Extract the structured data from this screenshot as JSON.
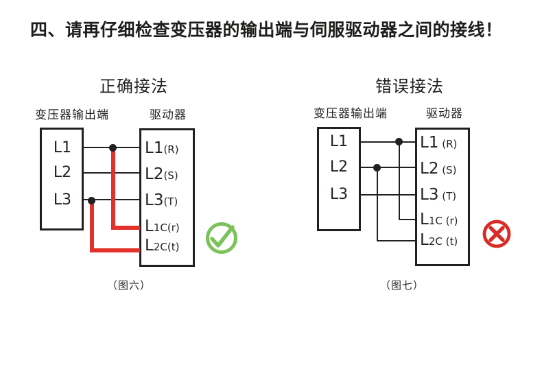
{
  "page": {
    "title": "四、请再仔细检查变压器的输出端与伺服驱动器之间的接线！"
  },
  "colors": {
    "line": "#231f20",
    "title_color": "#1d1d1b",
    "wire_red": "#e2302a",
    "check_green": "#7cc25b",
    "cross_red": "#d92b26"
  },
  "correct": {
    "heading": "正确接法",
    "transformer_label": "变压器输出端",
    "driver_label": "驱动器",
    "transformer_terminals": [
      "L1",
      "L2",
      "L3"
    ],
    "driver_terminals": [
      {
        "big": "L1",
        "small": "(R)"
      },
      {
        "big": "L2",
        "small": "(S)"
      },
      {
        "big": "L3",
        "small": "(T)"
      },
      {
        "big": "L",
        "small": "1C(r)"
      },
      {
        "big": "L",
        "small": "2C(t)"
      }
    ],
    "result_icon": "check-mark",
    "caption": "（图六）"
  },
  "wrong": {
    "heading": "错误接法",
    "transformer_label": "变压器输出端",
    "driver_label": "驱动器",
    "transformer_terminals": [
      "L1",
      "L2",
      "L3"
    ],
    "driver_terminals": [
      {
        "big": "L1",
        "small": " (R)"
      },
      {
        "big": "L2",
        "small": " (S)"
      },
      {
        "big": "L3",
        "small": " (T)"
      },
      {
        "big": "L",
        "small": "1C (r)"
      },
      {
        "big": "L",
        "small": "2C (t)"
      }
    ],
    "result_icon": "cross-mark",
    "caption": "（图七）"
  }
}
